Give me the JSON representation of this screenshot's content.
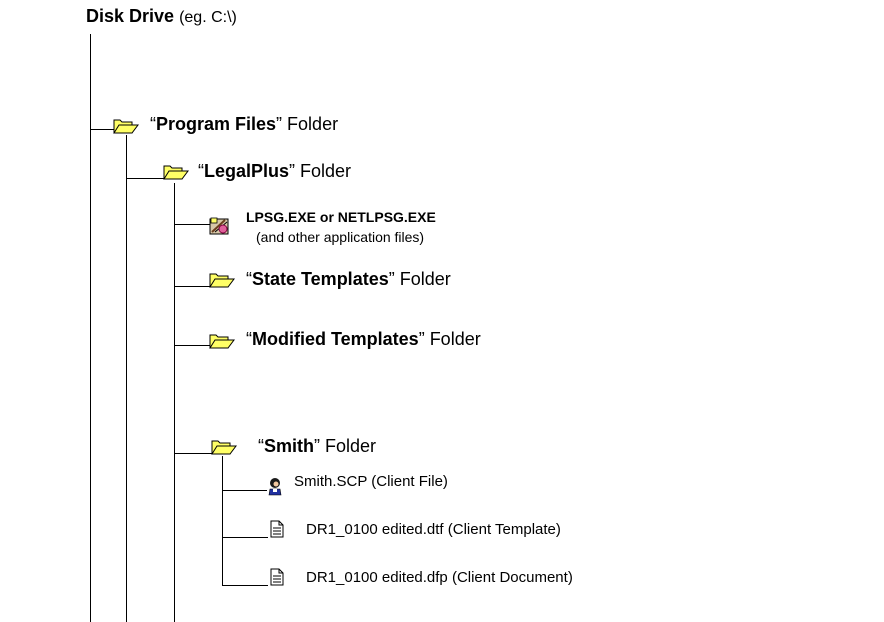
{
  "root": {
    "name": "Disk Drive",
    "note": "(eg. C:\\)"
  },
  "open_quote": "“",
  "close_quote": "”",
  "folders": {
    "program_files": {
      "name": "Program Files",
      "suffix": " Folder"
    },
    "legalplus": {
      "name": "LegalPlus",
      "suffix": " Folder"
    },
    "state_templates": {
      "name": "State Templates",
      "suffix": " Folder"
    },
    "modified_templates": {
      "name": "Modified Templates",
      "suffix": " Folder"
    },
    "smith": {
      "name": "Smith",
      "suffix": " Folder"
    }
  },
  "exe": {
    "title": "LPSG.EXE or NETLPSG.EXE",
    "subtitle": "(and other application files)"
  },
  "files": {
    "client_file": "Smith.SCP (Client File)",
    "client_template": "DR1_0100 edited.dtf (Client Template)",
    "client_document": "DR1_0100 edited.dfp (Client Document)"
  },
  "icons": {
    "folder": "open-folder-icon",
    "exe": "application-icon",
    "client": "client-person-icon",
    "document": "document-icon"
  },
  "colors": {
    "folder_fill": "#FFFF66",
    "folder_stroke": "#000000"
  }
}
